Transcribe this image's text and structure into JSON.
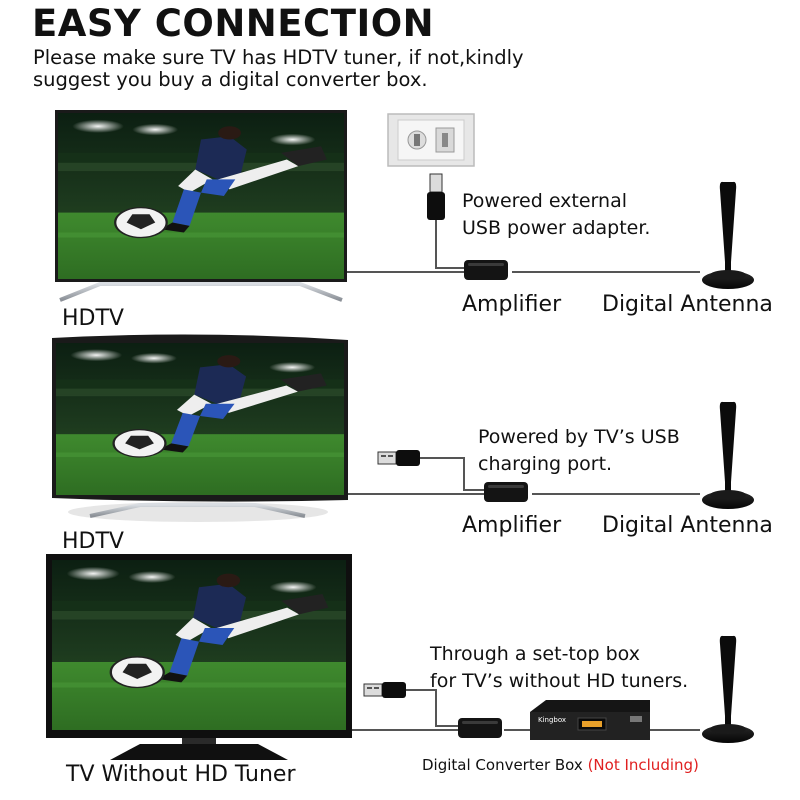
{
  "header": {
    "title": "EASY CONNECTION",
    "subtitle_line1": "Please make sure TV has HDTV tuner, if not,kindly",
    "subtitle_line2": "suggest you buy a digital converter box."
  },
  "panel1": {
    "tv_label": "HDTV",
    "note_line1": "Powered external",
    "note_line2": "USB power adapter.",
    "amplifier_label": "Amplifier",
    "antenna_label": "Digital Antenna"
  },
  "panel2": {
    "tv_label": "HDTV",
    "note_line1": "Powered by TV’s USB",
    "note_line2": "charging port.",
    "amplifier_label": "Amplifier",
    "antenna_label": "Digital Antenna"
  },
  "panel3": {
    "tv_label": "TV Without HD Tuner",
    "note_line1": "Through a set-top box",
    "note_line2": "for TV’s without HD tuners.",
    "box_label": "Digital Converter Box",
    "box_note": "(Not Including)",
    "box_brand": "Kingbox"
  },
  "colors": {
    "accent_red": "#e02020",
    "cable": "#555555",
    "antenna": "#0b0b0b",
    "field_green": "#3f8a2e",
    "player_blue": "#1f3f8c"
  }
}
